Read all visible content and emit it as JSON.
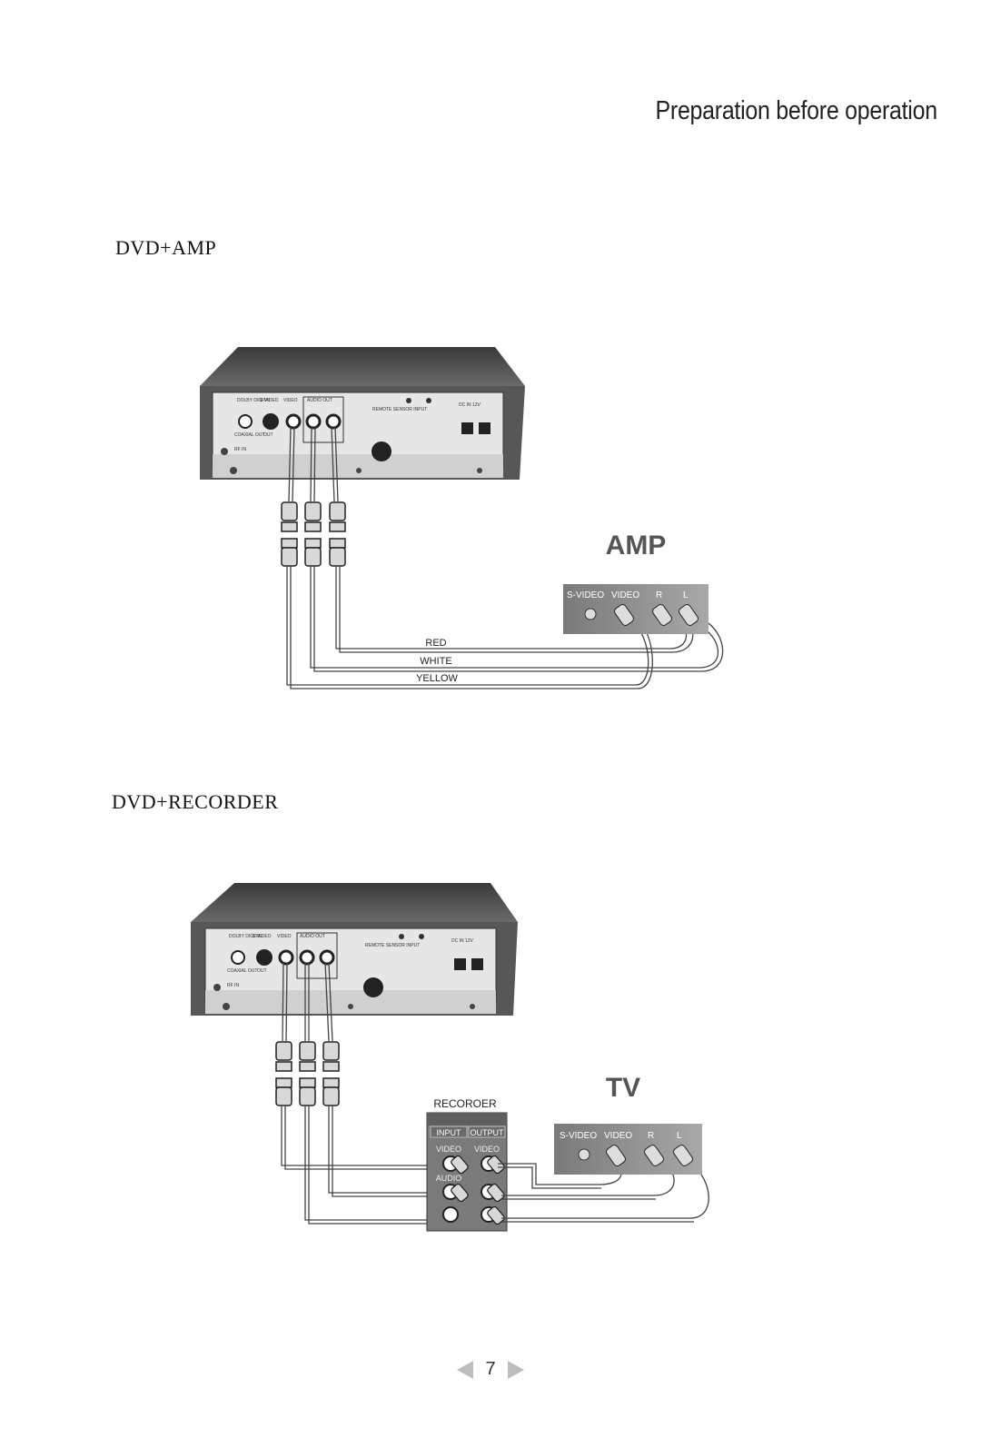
{
  "header": {
    "title": "Preparation before operation"
  },
  "sections": [
    {
      "title": "DVD+AMP",
      "device_label": "AMP",
      "device_jacks": [
        "S-VIDEO",
        "VIDEO",
        "R",
        "L"
      ],
      "cable_labels": [
        "RED",
        "WHITE",
        "YELLOW"
      ],
      "player_panel": {
        "labels": [
          "DOLBY DIGITAL",
          "S-VIDEO",
          "VIDEO",
          "AUDIO OUT",
          "REMOTE SENSOR INPUT",
          "DC IN 12V",
          "COAXIAL OUT",
          "OUT",
          "RF IN"
        ]
      }
    },
    {
      "title": "DVD+RECORDER",
      "device_label": "TV",
      "device_jacks": [
        "S-VIDEO",
        "VIDEO",
        "R",
        "L"
      ],
      "recorder": {
        "title": "RECOROER",
        "input": "INPUT",
        "output": "OUTPUT",
        "video": "VIDEO",
        "audio": "AUDIO"
      },
      "player_panel": {
        "labels": [
          "DOLBY DIGITAL",
          "S-VIDEO",
          "VIDEO",
          "AUDIO OUT",
          "REMOTE SENSOR INPUT",
          "DC IN 12V",
          "COAXIAL OUT",
          "OUT",
          "RF IN"
        ]
      }
    }
  ],
  "footer": {
    "page_number": "7"
  }
}
